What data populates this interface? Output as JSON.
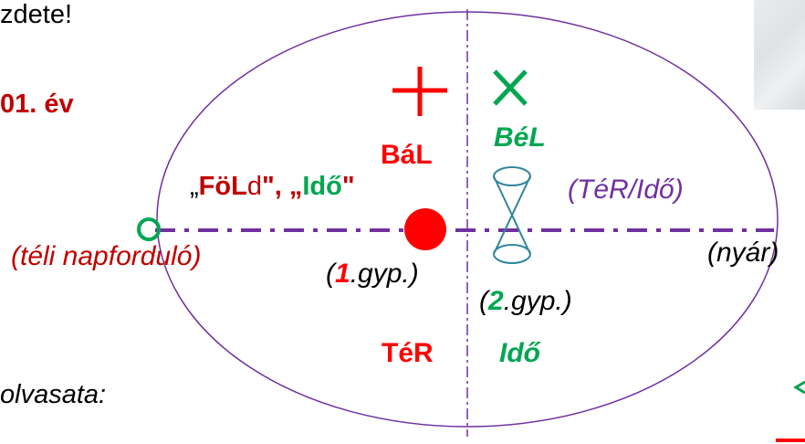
{
  "texts": {
    "top_left": "zdete!",
    "year": "01. év",
    "bal": "BáL",
    "bel": "BéL",
    "fold_open": "„",
    "fold_fol": "FöL",
    "fold_d": "d",
    "fold_mid": "\", „",
    "fold_ido": "Idő",
    "fold_close": "\"",
    "ter_ido": "(TéR/Idő)",
    "teli": "(téli napforduló)",
    "nyar": "(nyár)",
    "gyp1_open": "(",
    "gyp1_num": "1",
    "gyp1_rest": ".gyp.)",
    "gyp2_open": "(",
    "gyp2_num": "2",
    "gyp2_rest": ".gyp.)",
    "ter": "TéR",
    "ido": "Idő",
    "olvasata": "olvasata:"
  },
  "colors": {
    "red": "#ff0000",
    "dark_red": "#c00000",
    "green": "#00a651",
    "purple": "#7030a0",
    "blue": "#31859c"
  }
}
